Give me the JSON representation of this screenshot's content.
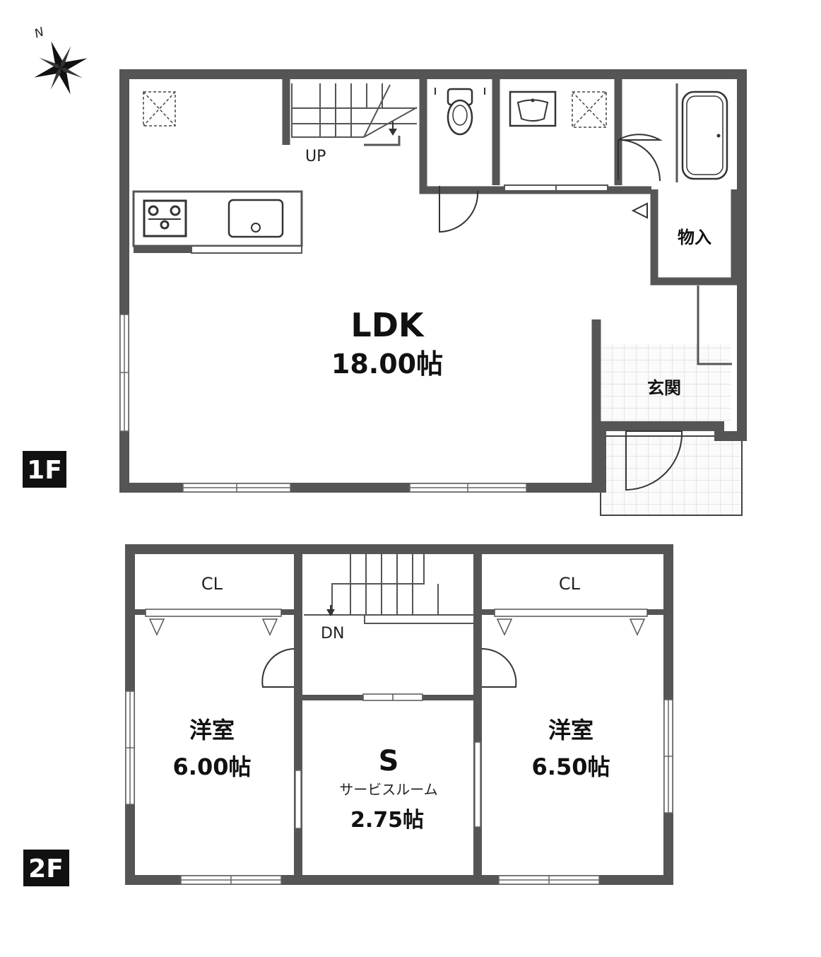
{
  "compass": {
    "north_label": "N"
  },
  "floor1": {
    "badge": "1F",
    "ldk": {
      "name": "LDK",
      "size": "18.00帖"
    },
    "stairs_label": "UP",
    "storage": "物入",
    "entrance": "玄関"
  },
  "floor2": {
    "badge": "2F",
    "closet_left": "CL",
    "closet_right": "CL",
    "stairs_label": "DN",
    "room_left": {
      "name": "洋室",
      "size": "6.00帖"
    },
    "room_right": {
      "name": "洋室",
      "size": "6.50帖"
    },
    "service_room": {
      "letter": "S",
      "name": "サービスルーム",
      "size": "2.75帖"
    }
  }
}
